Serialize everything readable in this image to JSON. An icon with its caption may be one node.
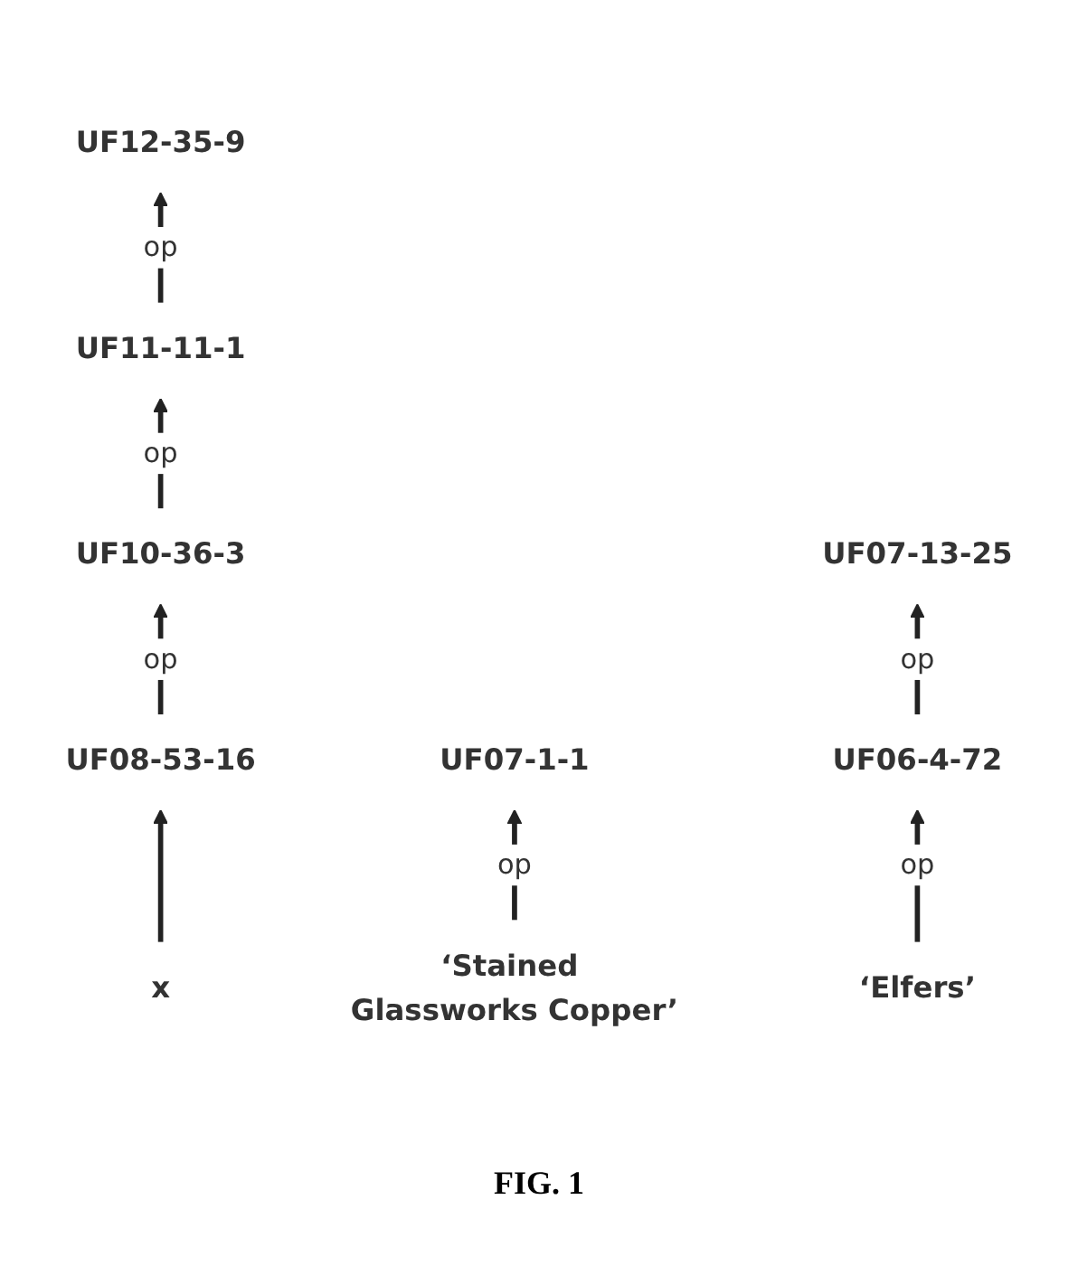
{
  "diagram": {
    "caption": "FIG. 1",
    "nodes": [
      {
        "text": [
          "UF12-35-9"
        ]
      },
      {
        "text": [
          "UF11-11-1"
        ]
      },
      {
        "text": [
          "UF10-36-3"
        ]
      },
      {
        "text": [
          "UF08-53-16"
        ]
      },
      {
        "text": [
          "UF07-1-1"
        ]
      },
      {
        "text": [
          "x"
        ]
      },
      {
        "text": [
          "UF07-13-25"
        ]
      },
      {
        "text": [
          "‘Stained Glassworks Copper’"
        ]
      },
      {
        "text": [
          "UF06-4-72"
        ]
      },
      {
        "text": [
          "‘Elfers’"
        ]
      }
    ],
    "edges": [
      {
        "from": 1,
        "to": 0,
        "arrow": "to",
        "label": "op"
      },
      {
        "from": 2,
        "to": 1,
        "arrow": "to",
        "label": "op"
      },
      {
        "from": 3,
        "to": 2,
        "arrow": "to",
        "label": "op"
      },
      {
        "from": 5,
        "to": 3,
        "arrow": "to"
      },
      {
        "from": 7,
        "to": 4,
        "arrow": "to",
        "label": "op"
      },
      {
        "from": 8,
        "to": 6,
        "arrow": "to",
        "label": "op"
      },
      {
        "from": 9,
        "to": 8,
        "arrow": "to",
        "label": "op"
      }
    ]
  }
}
